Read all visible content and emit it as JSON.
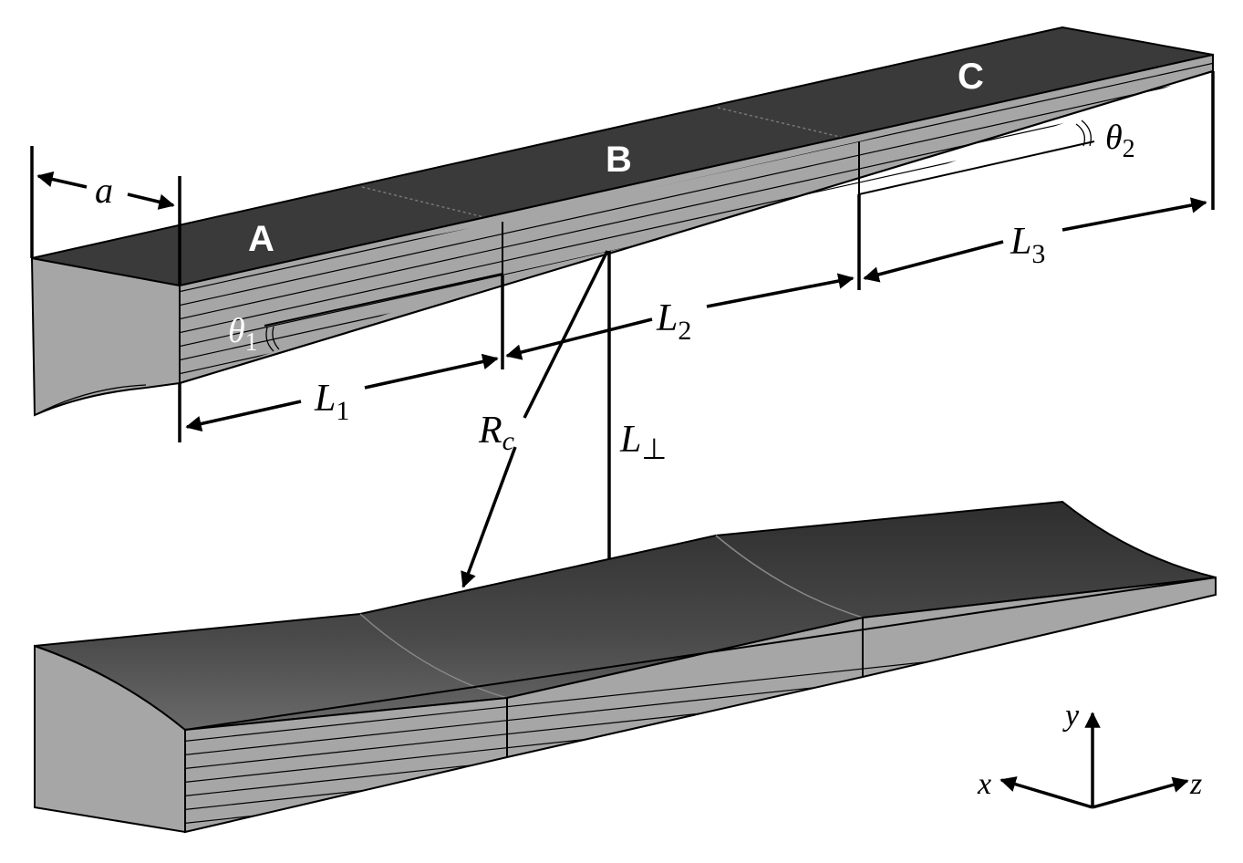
{
  "segments": {
    "a": "A",
    "b": "B",
    "c": "C"
  },
  "dimensions": {
    "width": "a",
    "l1": "L",
    "l1_sub": "1",
    "l2": "L",
    "l2_sub": "2",
    "l3": "L",
    "l3_sub": "3",
    "rc": "R",
    "rc_sub": "c",
    "lperp": "L",
    "lperp_sub": "⊥"
  },
  "angles": {
    "theta1": "θ",
    "theta1_sub": "1",
    "theta2": "θ",
    "theta2_sub": "2"
  },
  "axes": {
    "x": "x",
    "y": "y",
    "z": "z"
  },
  "colors": {
    "top_face": "#3a3a3a",
    "side_face": "#a6a6a6",
    "hatch": "#000000",
    "background": "#ffffff"
  }
}
